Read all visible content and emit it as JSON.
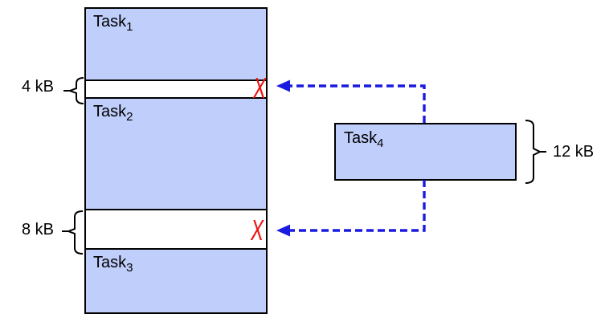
{
  "colors": {
    "task_fill": "#BFCEFA",
    "outline": "#000000",
    "arrow": "#1A1AE0",
    "reject_x": "#EE1111"
  },
  "memory_column": {
    "task1_label": {
      "base": "Task",
      "sub": "1"
    },
    "task2_label": {
      "base": "Task",
      "sub": "2"
    },
    "task3_label": {
      "base": "Task",
      "sub": "3"
    },
    "gap1": {
      "size": "4 kB"
    },
    "gap2": {
      "size": "8 kB"
    }
  },
  "pending_task": {
    "label": {
      "base": "Task",
      "sub": "4"
    },
    "size": "12 kB"
  },
  "annotations": {
    "reject_mark": "X"
  }
}
